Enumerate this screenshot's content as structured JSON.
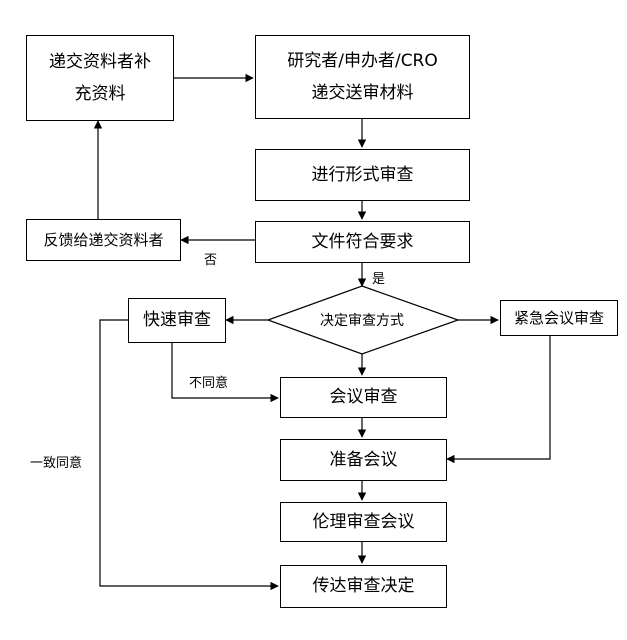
{
  "nodes": {
    "supplement": {
      "line1": "递交资料者补",
      "line2": "充资料"
    },
    "submit": {
      "line1": "研究者/申办者/CRO",
      "line2": "递交送审材料"
    },
    "formal_review": "进行形式审查",
    "feedback": "反馈给递交资料者",
    "docs_ok": "文件符合要求",
    "decide": "决定审查方式",
    "fast_review": "快速审查",
    "urgent_meeting": "紧急会议审查",
    "meeting_review": "会议审查",
    "prepare_meeting": "准备会议",
    "ethics_meeting": "伦理审查会议",
    "convey_decision": "传达审查决定"
  },
  "edge_labels": {
    "no": "否",
    "yes": "是",
    "disagree": "不同意",
    "unanimous": "一致同意"
  }
}
